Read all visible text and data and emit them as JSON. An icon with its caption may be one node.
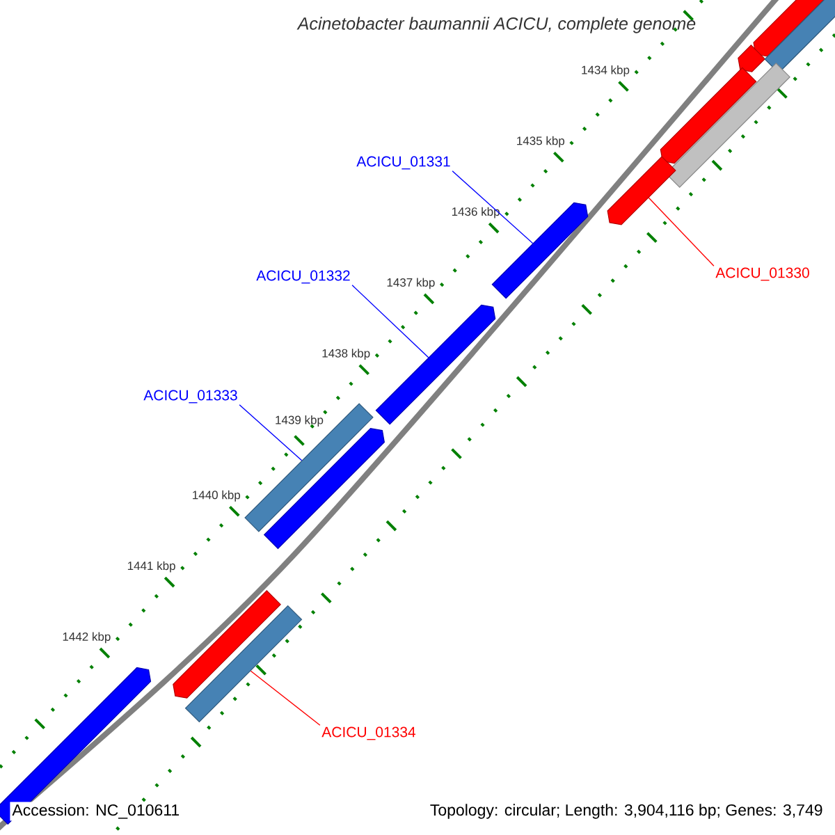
{
  "diagram": {
    "title": "Acinetobacter baumannii ACICU, complete genome",
    "nodes": [
      {
        "text": [
          "ACICU_01331"
        ]
      },
      {
        "text": [
          "ACICU_01330"
        ]
      },
      {
        "text": [
          "ACICU_01332"
        ]
      },
      {
        "text": [
          "ACICU_01333"
        ]
      },
      {
        "text": [
          "ACICU_01334"
        ]
      },
      {
        "text": [],
        "shape": "arrow"
      },
      {
        "text": [],
        "shape": "arrow"
      },
      {
        "text": [],
        "shape": "bar"
      },
      {
        "text": [],
        "shape": "arrow"
      },
      {
        "text": [],
        "shape": "bar"
      },
      {
        "text": [],
        "shape": "arrow"
      },
      {
        "text": [],
        "shape": "arrow"
      },
      {
        "text": [],
        "shape": "arrow"
      },
      {
        "text": [],
        "shape": "bar"
      },
      {
        "text": [],
        "shape": "arrow"
      },
      {
        "text": [],
        "shape": "arrow"
      },
      {
        "text": [],
        "shape": "bar"
      },
      {
        "text": [],
        "shape": "arrow"
      }
    ],
    "edges": [
      {
        "from": 0,
        "to": 11,
        "arrow": "none"
      },
      {
        "from": 1,
        "to": 10,
        "arrow": "none",
        "color": "#ff0000"
      },
      {
        "from": 2,
        "to": 12,
        "arrow": "none"
      },
      {
        "from": 3,
        "to": 13,
        "arrow": "none"
      },
      {
        "from": 4,
        "to": 16,
        "arrow": "none",
        "color": "#ff0000"
      }
    ],
    "labels": [
      "1434 kbp",
      "1435 kbp",
      "1436 kbp",
      "1437 kbp",
      "1438 kbp",
      "1439 kbp",
      "1440 kbp",
      "1441 kbp",
      "1442 kbp",
      "Accession: NC_010611",
      "Topology: circular; Length: 3,904,116 bp; Genes: 3,749"
    ]
  }
}
